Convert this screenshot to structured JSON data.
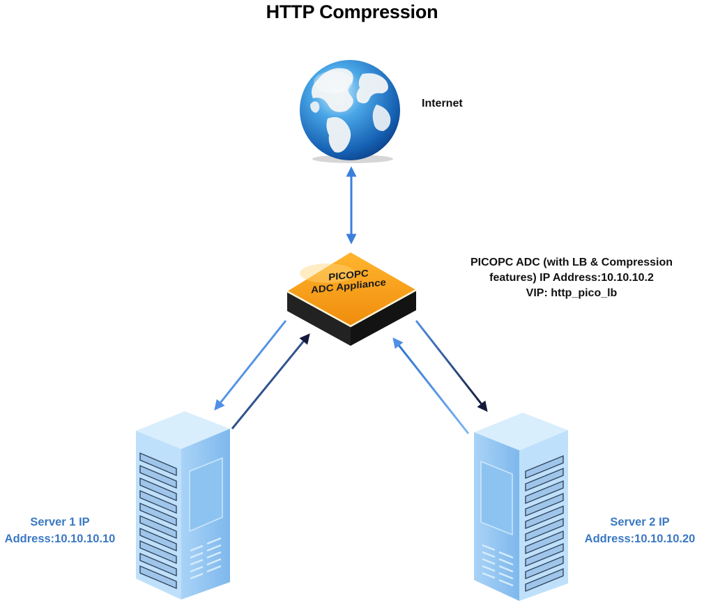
{
  "title": "HTTP Compression",
  "internet": {
    "label": "Internet",
    "icon": "globe-icon"
  },
  "adc": {
    "device_line1": "PICOPC",
    "device_line2": "ADC Appliance",
    "info_line1": "PICOPC ADC (with LB & Compression",
    "info_line2": "features) IP Address:10.10.10.2",
    "info_line3": "VIP: http_pico_lb",
    "icon": "adc-appliance-icon",
    "color": "#f7a21b"
  },
  "server1": {
    "line1": "Server 1 IP",
    "line2": "Address:10.10.10.10",
    "icon": "server-rack-icon"
  },
  "server2": {
    "line1": "Server 2 IP",
    "line2": "Address:10.10.10.20",
    "icon": "server-rack-icon"
  },
  "colors": {
    "arrow_light": "#4a8ee0",
    "arrow_dark": "#1c1f4a",
    "server_label": "#3a78c2"
  }
}
